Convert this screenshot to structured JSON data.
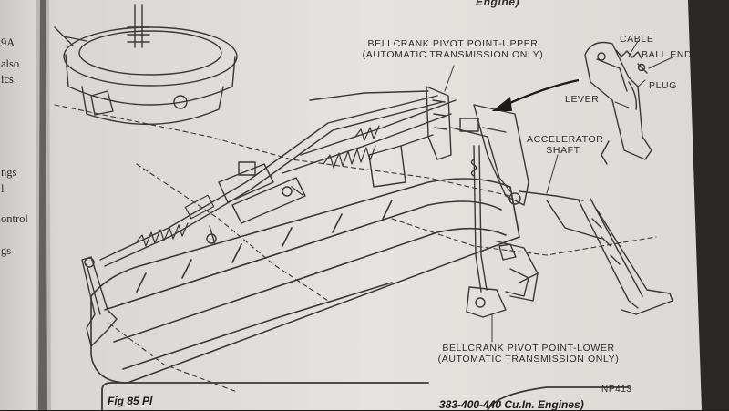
{
  "header": {
    "title_fragment": "Engine)"
  },
  "left_page": {
    "fragments": [
      "9A",
      "also",
      "ics.",
      "ngs",
      "l",
      "ontrol",
      "gs"
    ]
  },
  "callouts": {
    "bellcrank_upper_line1": "BELLCRANK PIVOT POINT-UPPER",
    "bellcrank_upper_line2": "(AUTOMATIC TRANSMISSION ONLY)",
    "cable": "CABLE",
    "ball_end": "BALL END",
    "plug": "PLUG",
    "lever": "LEVER",
    "accelerator_shaft_line1": "ACCELERATOR",
    "accelerator_shaft_line2": "SHAFT",
    "bellcrank_lower_line1": "BELLCRANK PIVOT POINT-LOWER",
    "bellcrank_lower_line2": "(AUTOMATIC TRANSMISSION ONLY)",
    "figure_code": "NP413"
  },
  "caption": {
    "left": "Fig 85 Pl",
    "right": "383-400-440 Cu.In. Engines)"
  },
  "colors": {
    "paper": "#e4e0dd",
    "ink": "#3a3739",
    "background": "#1e1c1a",
    "left_page": "#d6d2cf"
  }
}
